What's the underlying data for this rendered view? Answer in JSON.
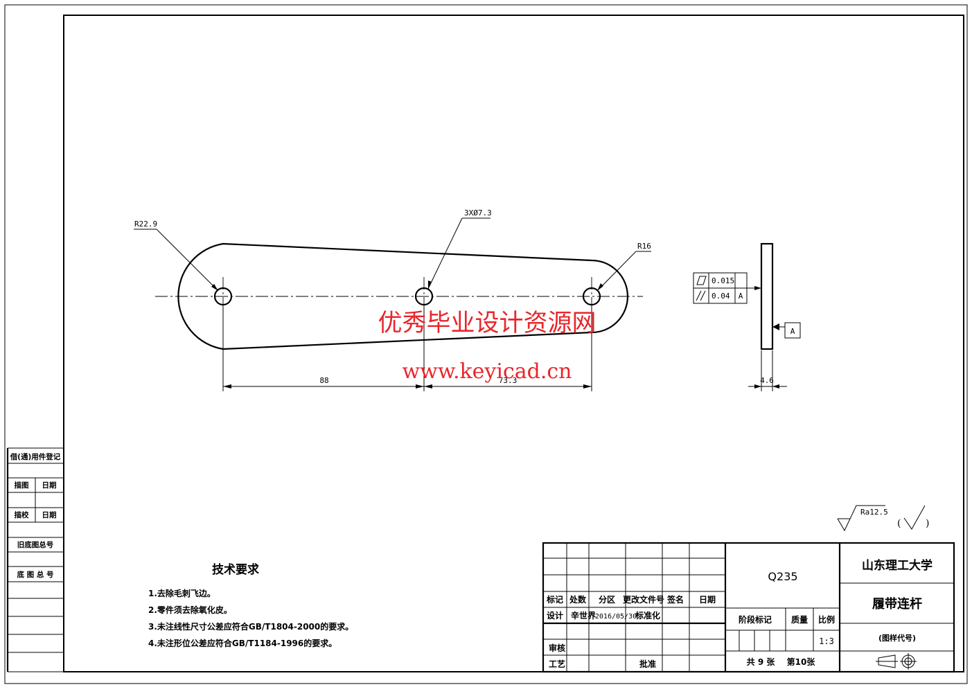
{
  "left_strip": {
    "title": "借(通)用件登记",
    "row1": [
      "描图",
      "日期"
    ],
    "row2": [
      "描校",
      "日期"
    ],
    "old_base_no": "旧底图总号",
    "base_no": "底 图 总 号"
  },
  "drawing": {
    "dim_r_left": "R22.9",
    "dim_holes": "3XØ7.3",
    "dim_r_right": "R16",
    "dim_span_left": "88",
    "dim_span_right": "73.3",
    "dim_thickness": "4.6",
    "tol_flatness_value": "0.015",
    "tol_parallel_value": "0.04",
    "tol_parallel_datum": "A",
    "datum_label": "A",
    "roughness": "Ra12.5",
    "roughness_other_open": "(",
    "roughness_other_close": ")"
  },
  "watermark": {
    "cn": "优秀毕业设计资源网",
    "url": "www.keyicad.cn"
  },
  "tech_req": {
    "title": "技术要求",
    "items": [
      "1.去除毛刺飞边。",
      "2.零件须去除氧化皮。",
      "3.未注线性尺寸公差应符合GB/T1804-2000的要求。",
      "4.未注形位公差应符合GB/T1184-1996的要求。"
    ]
  },
  "title_block": {
    "headers": [
      "标记",
      "处数",
      "分区",
      "更改文件号",
      "签名",
      "日期"
    ],
    "design_label": "设计",
    "designer": "辛世界",
    "design_date": "2016/05/30",
    "standardize": "标准化",
    "review": "审核",
    "process": "工艺",
    "approve": "批准",
    "material": "Q235",
    "stage_mark": "阶段标记",
    "mass": "质量",
    "scale_label": "比例",
    "scale": "1:3",
    "sheets": "共 9 张",
    "sheet_no": "第10张",
    "school": "山东理工大学",
    "part_name": "履带连杆",
    "drawing_no": "(图样代号)"
  }
}
